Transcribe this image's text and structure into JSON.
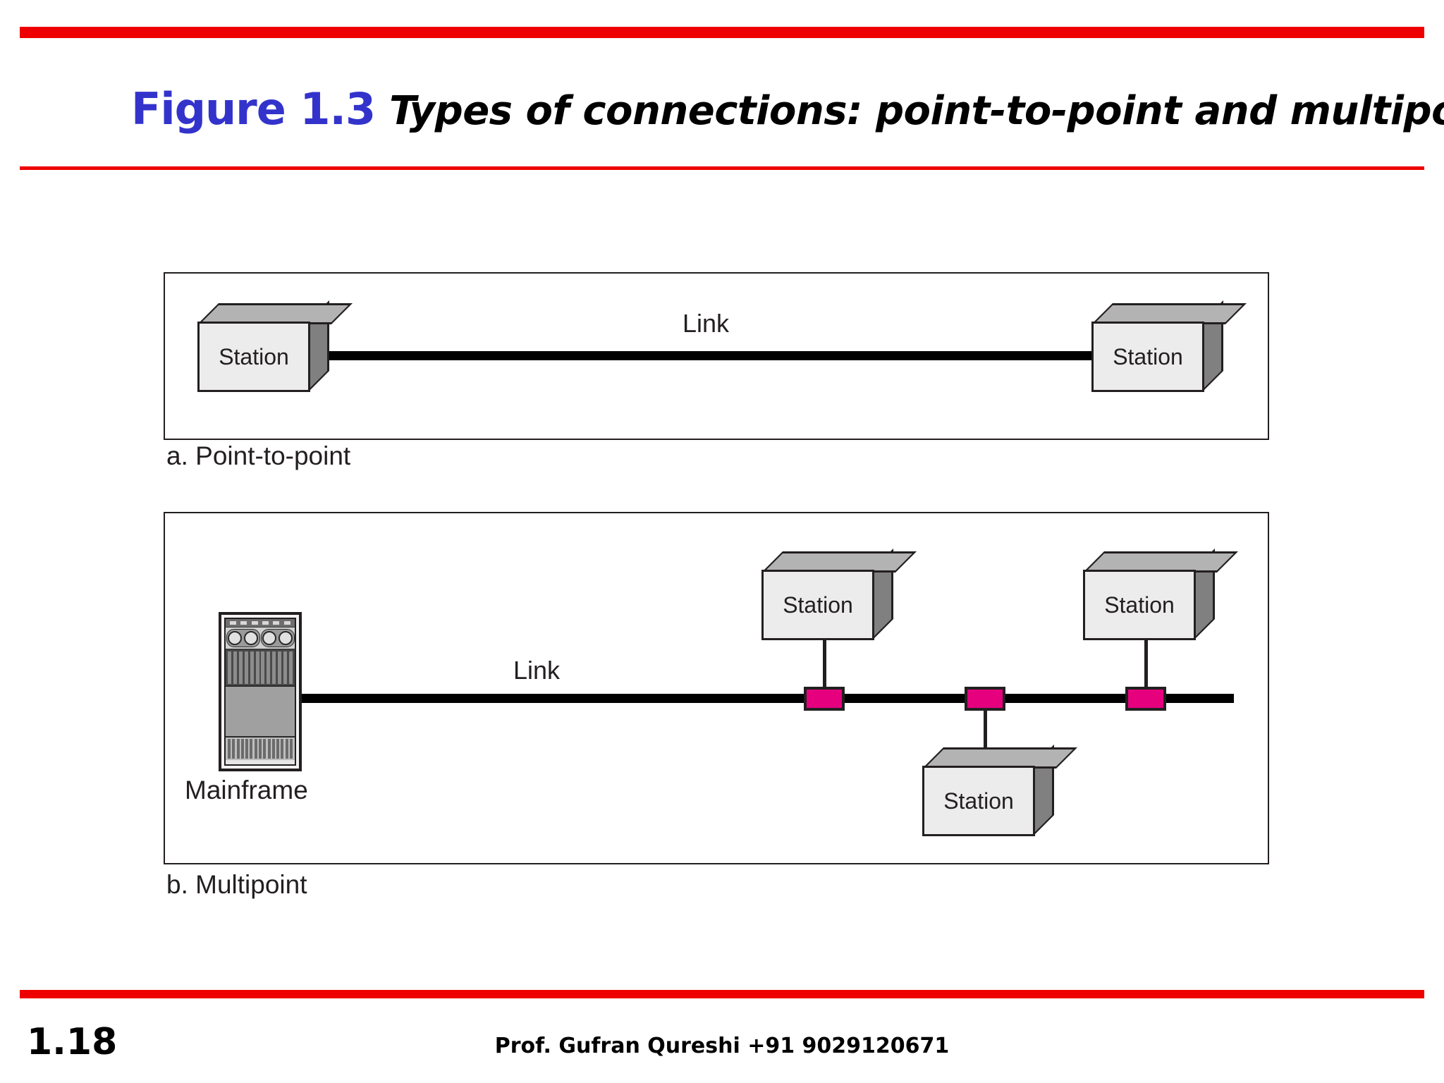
{
  "slide": {
    "title_figure": "Figure 1.3",
    "title_text": "Types of connections: point-to-point and multipoint",
    "slide_number": "1.18",
    "footer_credit": "Prof. Gufran Qureshi  +91 9029120671",
    "accent_red": "#ee0000",
    "title_blue": "#3333cc",
    "tap_pink": "#e6007e"
  },
  "panel_a": {
    "caption": "a. Point-to-point",
    "link_label": "Link",
    "stations": [
      {
        "label": "Station"
      },
      {
        "label": "Station"
      }
    ]
  },
  "panel_b": {
    "caption": "b. Multipoint",
    "link_label": "Link",
    "mainframe_label": "Mainframe",
    "stations": [
      {
        "label": "Station"
      },
      {
        "label": "Station"
      },
      {
        "label": "Station"
      }
    ],
    "tap_count": 3
  }
}
